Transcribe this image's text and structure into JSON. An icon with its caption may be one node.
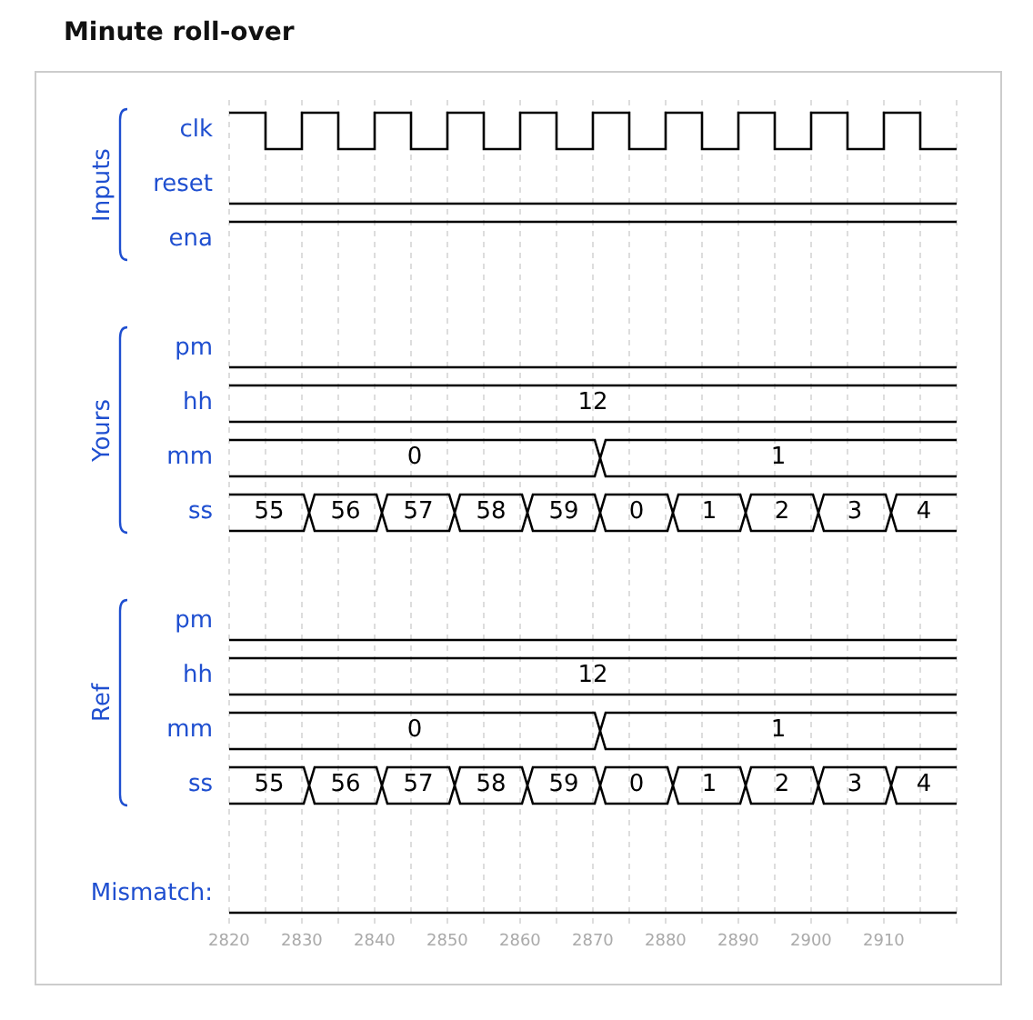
{
  "diagram": {
    "title": "Minute roll-over",
    "nodes": [
      {
        "text": [
          "12"
        ]
      },
      {
        "text": [
          "0"
        ]
      },
      {
        "text": [
          "1"
        ]
      },
      {
        "text": [
          "55"
        ]
      },
      {
        "text": [
          "56"
        ]
      },
      {
        "text": [
          "57"
        ]
      },
      {
        "text": [
          "58"
        ]
      },
      {
        "text": [
          "59"
        ]
      },
      {
        "text": [
          "0"
        ]
      },
      {
        "text": [
          "1"
        ]
      },
      {
        "text": [
          "2"
        ]
      },
      {
        "text": [
          "3"
        ]
      },
      {
        "text": [
          "4"
        ]
      },
      {
        "text": [
          "12"
        ]
      },
      {
        "text": [
          "0"
        ]
      },
      {
        "text": [
          "1"
        ]
      },
      {
        "text": [
          "55"
        ]
      },
      {
        "text": [
          "56"
        ]
      },
      {
        "text": [
          "57"
        ]
      },
      {
        "text": [
          "58"
        ]
      },
      {
        "text": [
          "59"
        ]
      },
      {
        "text": [
          "0"
        ]
      },
      {
        "text": [
          "1"
        ]
      },
      {
        "text": [
          "2"
        ]
      },
      {
        "text": [
          "3"
        ]
      },
      {
        "text": [
          "4"
        ]
      }
    ],
    "edges": [],
    "labels": [
      "Inputs",
      "clk",
      "reset",
      "ena",
      "Yours",
      "pm",
      "hh",
      "mm",
      "ss",
      "Ref",
      "pm",
      "hh",
      "mm",
      "ss",
      "Mismatch:",
      "2820",
      "2830",
      "2840",
      "2850",
      "2860",
      "2870",
      "2880",
      "2890",
      "2900",
      "2910"
    ]
  }
}
